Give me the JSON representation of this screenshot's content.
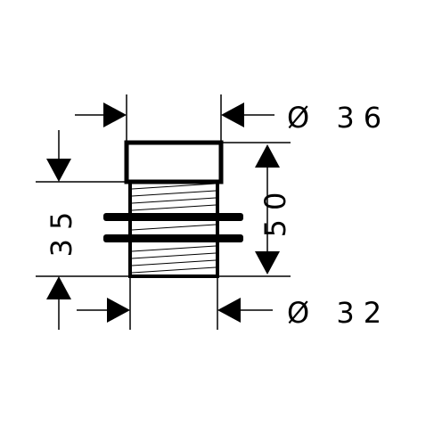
{
  "drawing": {
    "dimensions": {
      "outer_diameter": "Ø 36",
      "inner_diameter": "Ø 32",
      "overall_height": "50",
      "threaded_length": "35"
    },
    "colors": {
      "line": "#000000",
      "background": "#ffffff"
    }
  }
}
